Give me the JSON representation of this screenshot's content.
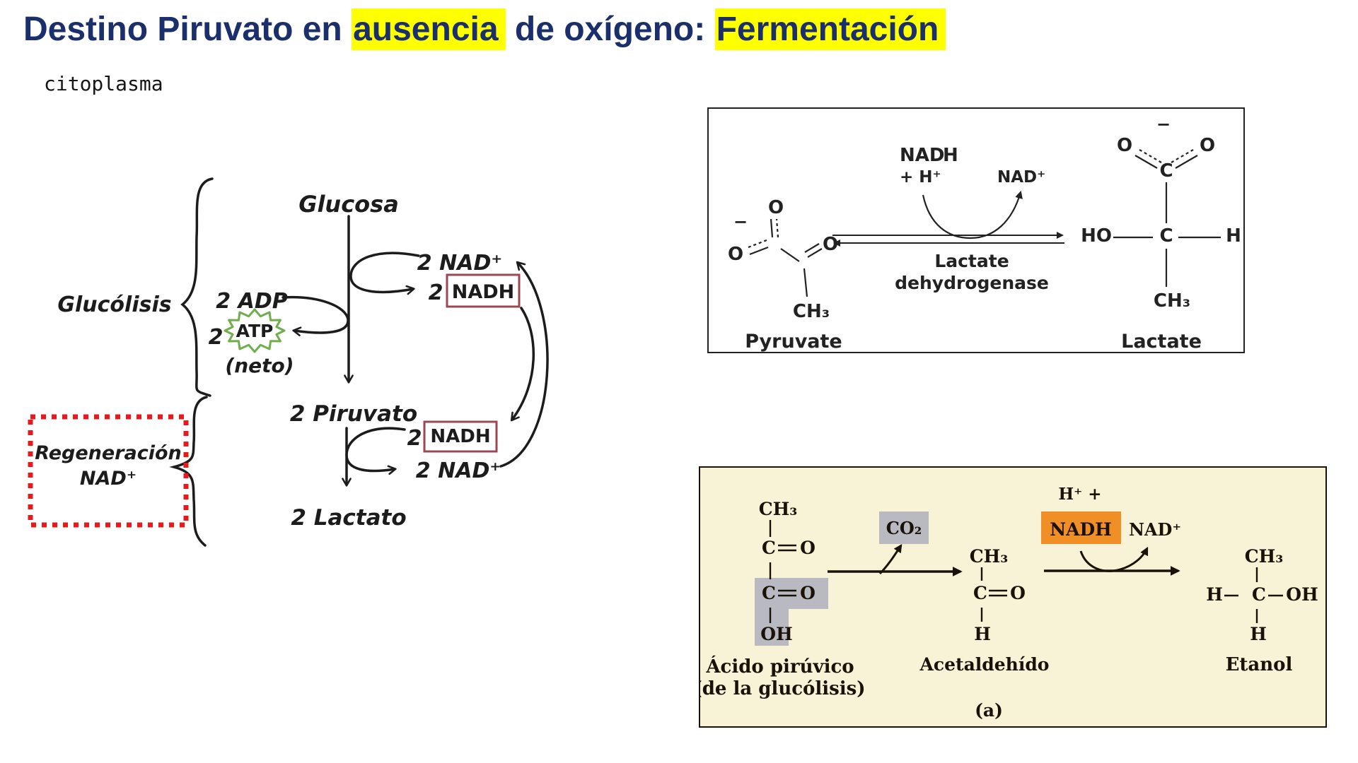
{
  "title": {
    "pre": "Destino Piruvato en ",
    "highlight1": "ausencia",
    "mid": " de oxígeno: ",
    "highlight2": "Fermentación"
  },
  "cytoplasm_label": "citoplasma",
  "colors": {
    "title_navy": "#1a2f6b",
    "highlight_yellow": "#ffff00",
    "nadh_maroon": "#9e4754",
    "atp_green": "#6fae4c",
    "regen_red": "#e8191c",
    "enzyme_cyan": "#3cc6e8",
    "h_magenta": "#d02fd0",
    "nadh_orange_bg": "#ef8f25",
    "gray_highlight": "#b9b9c1",
    "panel_cream": "#f8f3d6"
  },
  "glycolysis_diagram": {
    "brace_label": "Glucólisis",
    "glucosa": "Glucosa",
    "nad_in": "2 NAD⁺",
    "nadh_out_count": "2",
    "nadh_out": "NADH",
    "adp_in": "2 ADP",
    "atp_out_count": "2",
    "atp_out": "ATP",
    "atp_net": "(neto)",
    "piruvato": "2 Piruvato",
    "nadh_in_count": "2",
    "nadh_in": "NADH",
    "nad_out": "2 NAD⁺",
    "lactato": "2 Lactato",
    "regeneration_line1": "Regeneración",
    "regeneration_line2": "NAD⁺"
  },
  "lactate_panel": {
    "nadh_nad": "NAD",
    "nadh_h": "H",
    "plus_h": "+  H⁺",
    "nad_plus": "NAD⁺",
    "enzyme_line1": "Lactate",
    "enzyme_line2": "dehydrogenase",
    "pyruvate": {
      "minus": "−",
      "o_top": "O",
      "o_left": "O",
      "o_keto": "O",
      "ch3": "CH₃",
      "label": "Pyruvate"
    },
    "lactate": {
      "minus": "−",
      "o_left": "O",
      "o_right": "O",
      "c_carboxyl": "C",
      "ho": "HO",
      "c_center": "C",
      "h": "H",
      "ch3": "CH₃",
      "label": "Lactate"
    }
  },
  "ethanol_panel": {
    "pyruvic": {
      "ch3": "CH₃",
      "c1": "C",
      "o1": "O",
      "c2": "C",
      "o2": "O",
      "oh": "OH",
      "label1": "Ácido pirúvico",
      "label2": "(de la glucólisis)"
    },
    "co2": "CO₂",
    "acetaldehyde": {
      "ch3": "CH₃",
      "c": "C",
      "o": "O",
      "h": "H",
      "label": "Acetaldehído"
    },
    "h_plus": "H⁺ +",
    "nadh": "NADH",
    "nad": "NAD⁺",
    "ethanol": {
      "ch3": "CH₃",
      "h_left": "H",
      "c": "C",
      "oh": "OH",
      "h_bottom": "H",
      "label": "Etanol"
    },
    "panel_tag": "(a)"
  }
}
